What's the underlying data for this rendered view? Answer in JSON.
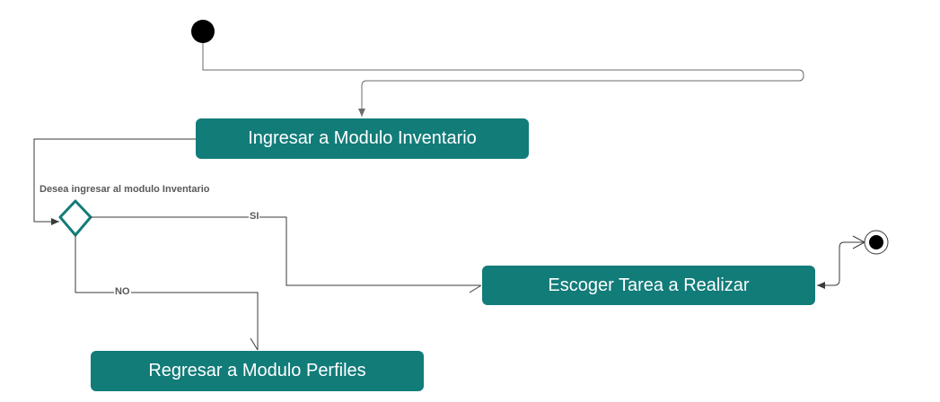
{
  "diagram": {
    "nodes": {
      "ingresar": "Ingresar a Modulo Inventario",
      "escoger": "Escoger Tarea a Realizar",
      "regresar": "Regresar a Modulo Perfiles"
    },
    "decision_label": "Desea ingresar al modulo Inventario",
    "edge_labels": {
      "si": "SI",
      "no": "NO"
    }
  },
  "colors": {
    "node_fill": "#127c79",
    "decision_stroke": "#127c79",
    "edge_stroke": "#3a3a3a",
    "initial_fill": "#000000"
  }
}
